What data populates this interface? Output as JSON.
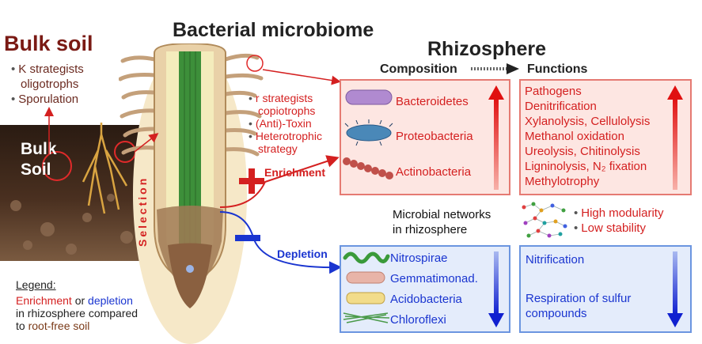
{
  "bulk": {
    "title": "Bulk soil",
    "items": [
      "K strategists",
      "oligotrophs",
      "Sporulation"
    ],
    "soil_label_1": "Bulk",
    "soil_label_2": "Soil"
  },
  "center_title": "Bacterial microbiome",
  "selection_label": "Selection",
  "r_strategy": [
    "r strategists",
    "copiotrophs",
    "(Anti)-Toxin",
    "Heterotrophic",
    "strategy"
  ],
  "enrichment_label": "Enrichment",
  "depletion_label": "Depletion",
  "rhizosphere": {
    "title": "Rhizosphere",
    "composition_header": "Composition",
    "functions_header": "Functions"
  },
  "enriched_taxa": [
    "Bacteroidetes",
    "Proteobacteria",
    "Actinobacteria"
  ],
  "enriched_functions": [
    "Pathogens",
    "Denitrification",
    "Xylanolysis, Cellulolysis",
    "Methanol oxidation",
    "Ureolysis, Chitinolysis",
    "Ligninolysis, N₂ fixation",
    "Methylotrophy"
  ],
  "networks": {
    "label_1": "Microbial networks",
    "label_2": "in rhizosphere",
    "prop_1": "High modularity",
    "prop_2": "Low stability"
  },
  "depleted_taxa": [
    "Nitrospirae",
    "Gemmatimonad.",
    "Acidobacteria",
    "Chloroflexi"
  ],
  "depleted_functions": [
    "Nitrification",
    "Respiration of sulfur",
    "compounds"
  ],
  "legend": {
    "title": "Legend:",
    "word_enrichment": "Enrichment",
    "word_or": " or ",
    "word_depletion": "depletion",
    "line2": "in rhizosphere compared",
    "line3_a": "to ",
    "line3_b": "root-free soil"
  },
  "colors": {
    "red": "#d42020",
    "blue": "#1a35d0",
    "brown": "#7a3a18"
  }
}
